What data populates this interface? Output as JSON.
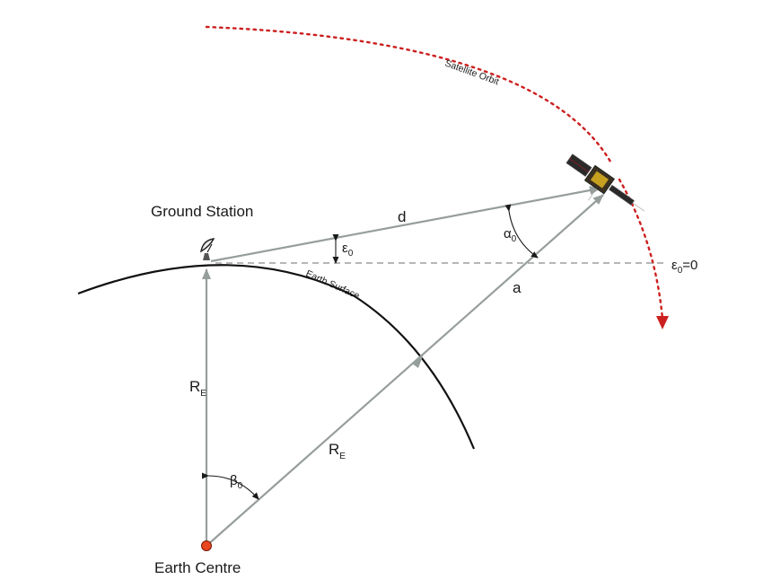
{
  "labels": {
    "ground_station": "Ground Station",
    "earth_centre": "Earth Centre",
    "earth_surface": "Earth Surface",
    "satellite_orbit": "Satellite Orbit",
    "d": "d",
    "a": "a",
    "re_main": "R",
    "re_sub": "E",
    "re2_main": "R",
    "re2_sub": "E",
    "epsilon_main": "ε",
    "epsilon_sub": "0",
    "alpha_main": "α",
    "alpha_sub": "0",
    "beta_main": "β",
    "beta_sub": "0",
    "horizon_main": "ε",
    "horizon_sub": "0",
    "horizon_rest": "=0"
  },
  "colors": {
    "vector": "#969e9b",
    "orbit": "#cc1f1f",
    "surface": "#111111",
    "horizon": "#8a8a8a",
    "centre_dot": "#e8471f",
    "satellite_body": "#2a2a2a",
    "satellite_panel": "#c8a020"
  },
  "icons": {
    "satellite": "satellite-icon",
    "antenna": "dish-antenna-icon"
  }
}
